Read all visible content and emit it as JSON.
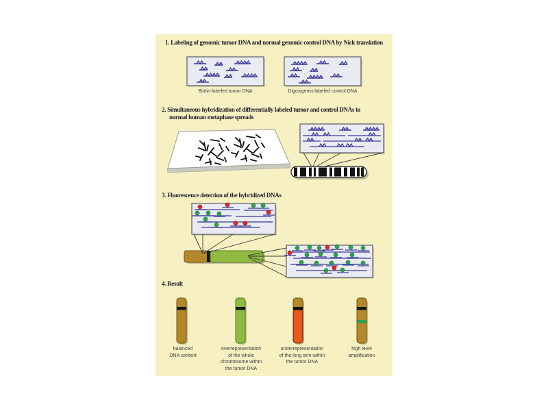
{
  "steps": [
    {
      "heading": "1. Labeling of genomic tumor DNA and normal genomic control DNA by Nick translation",
      "labels": [
        "Biotin-labeled tumor DNA",
        "Digoxigenin-labeled control DNA"
      ]
    },
    {
      "heading": "2. Simultaneous hybridization of differentially labeled tumor and control DNAs to\nnormal human metaphase spreads"
    },
    {
      "heading": "3. Fluorescence detection of the hybridized DNAs"
    },
    {
      "heading": "4. Result",
      "results": [
        {
          "label": "balanced\nDNA content"
        },
        {
          "label": "overrepresentation\nof the whole\nchromosome within\nthe tumor DNA"
        },
        {
          "label": "underrepresentation\nof the long arm within\nthe tumor DNA"
        },
        {
          "label": "high level\namplification"
        }
      ]
    }
  ],
  "colors": {
    "panel_bg": "#f6f0c2",
    "box_bg": "#eaeaf2",
    "box_border": "#5a5a66",
    "dna_blue": "#3a3a99",
    "chr_gold": "#b5872b",
    "chr_gold_dark": "#6e5213",
    "chr_green": "#8fbb40",
    "chr_green_dark": "#53761c",
    "chr_orange": "#e8591d",
    "chr_orange_dark": "#8f3610",
    "fluor_red": "#dd2525",
    "fluor_green": "#2ea24c",
    "band_black": "#141414",
    "heading_text": "#20202a",
    "label_text": "#3c3c3c",
    "slide_edge": "#9a9a92",
    "connector": "#3a3a3a"
  }
}
